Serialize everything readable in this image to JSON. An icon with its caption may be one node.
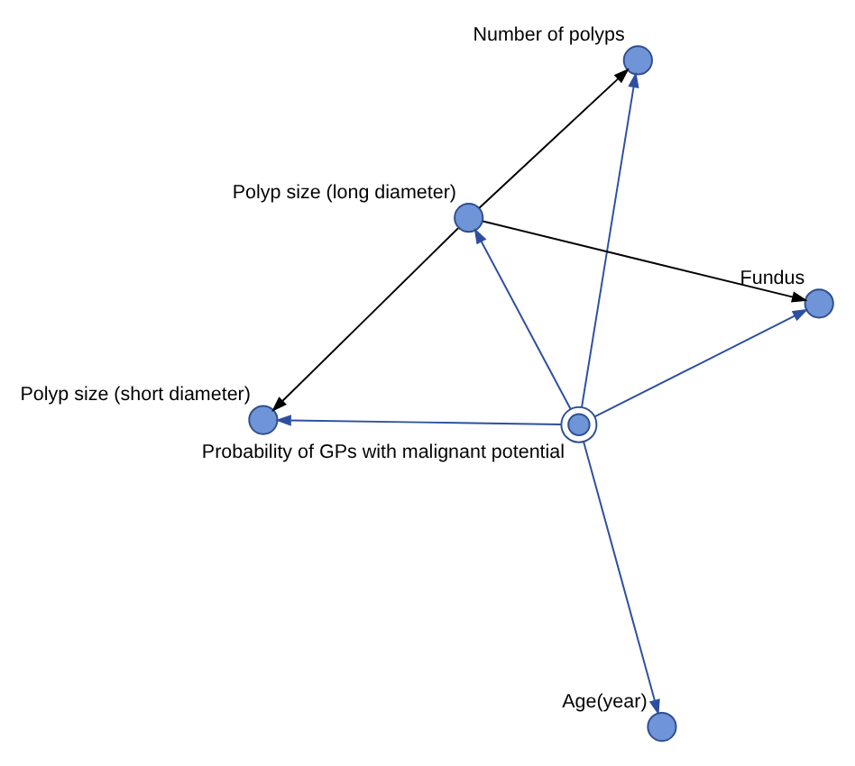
{
  "diagram": {
    "nodes": [
      {
        "text": [
          "Number of polyps"
        ]
      },
      {
        "text": [
          "Age(year)"
        ]
      },
      {
        "text": [
          "Fundus"
        ]
      },
      {
        "text": [
          "Probability of GPs with malignant potential"
        ]
      },
      {
        "text": [
          "Polyp size (long diameter)"
        ]
      },
      {
        "text": [
          "Polyp size (short diameter)"
        ]
      }
    ],
    "edges": [
      {
        "from": 3,
        "to": 0,
        "arrow": "to"
      },
      {
        "from": 3,
        "to": 1,
        "arrow": "to"
      },
      {
        "from": 3,
        "to": 2,
        "arrow": "to"
      },
      {
        "from": 3,
        "to": 4,
        "arrow": "to"
      },
      {
        "from": 3,
        "to": 5,
        "arrow": "to"
      },
      {
        "from": 4,
        "to": 0,
        "arrow": "to",
        "color": "#000000"
      },
      {
        "from": 4,
        "to": 2,
        "arrow": "to",
        "color": "#000000"
      },
      {
        "from": 4,
        "to": 5,
        "arrow": "to",
        "color": "#000000"
      }
    ]
  }
}
